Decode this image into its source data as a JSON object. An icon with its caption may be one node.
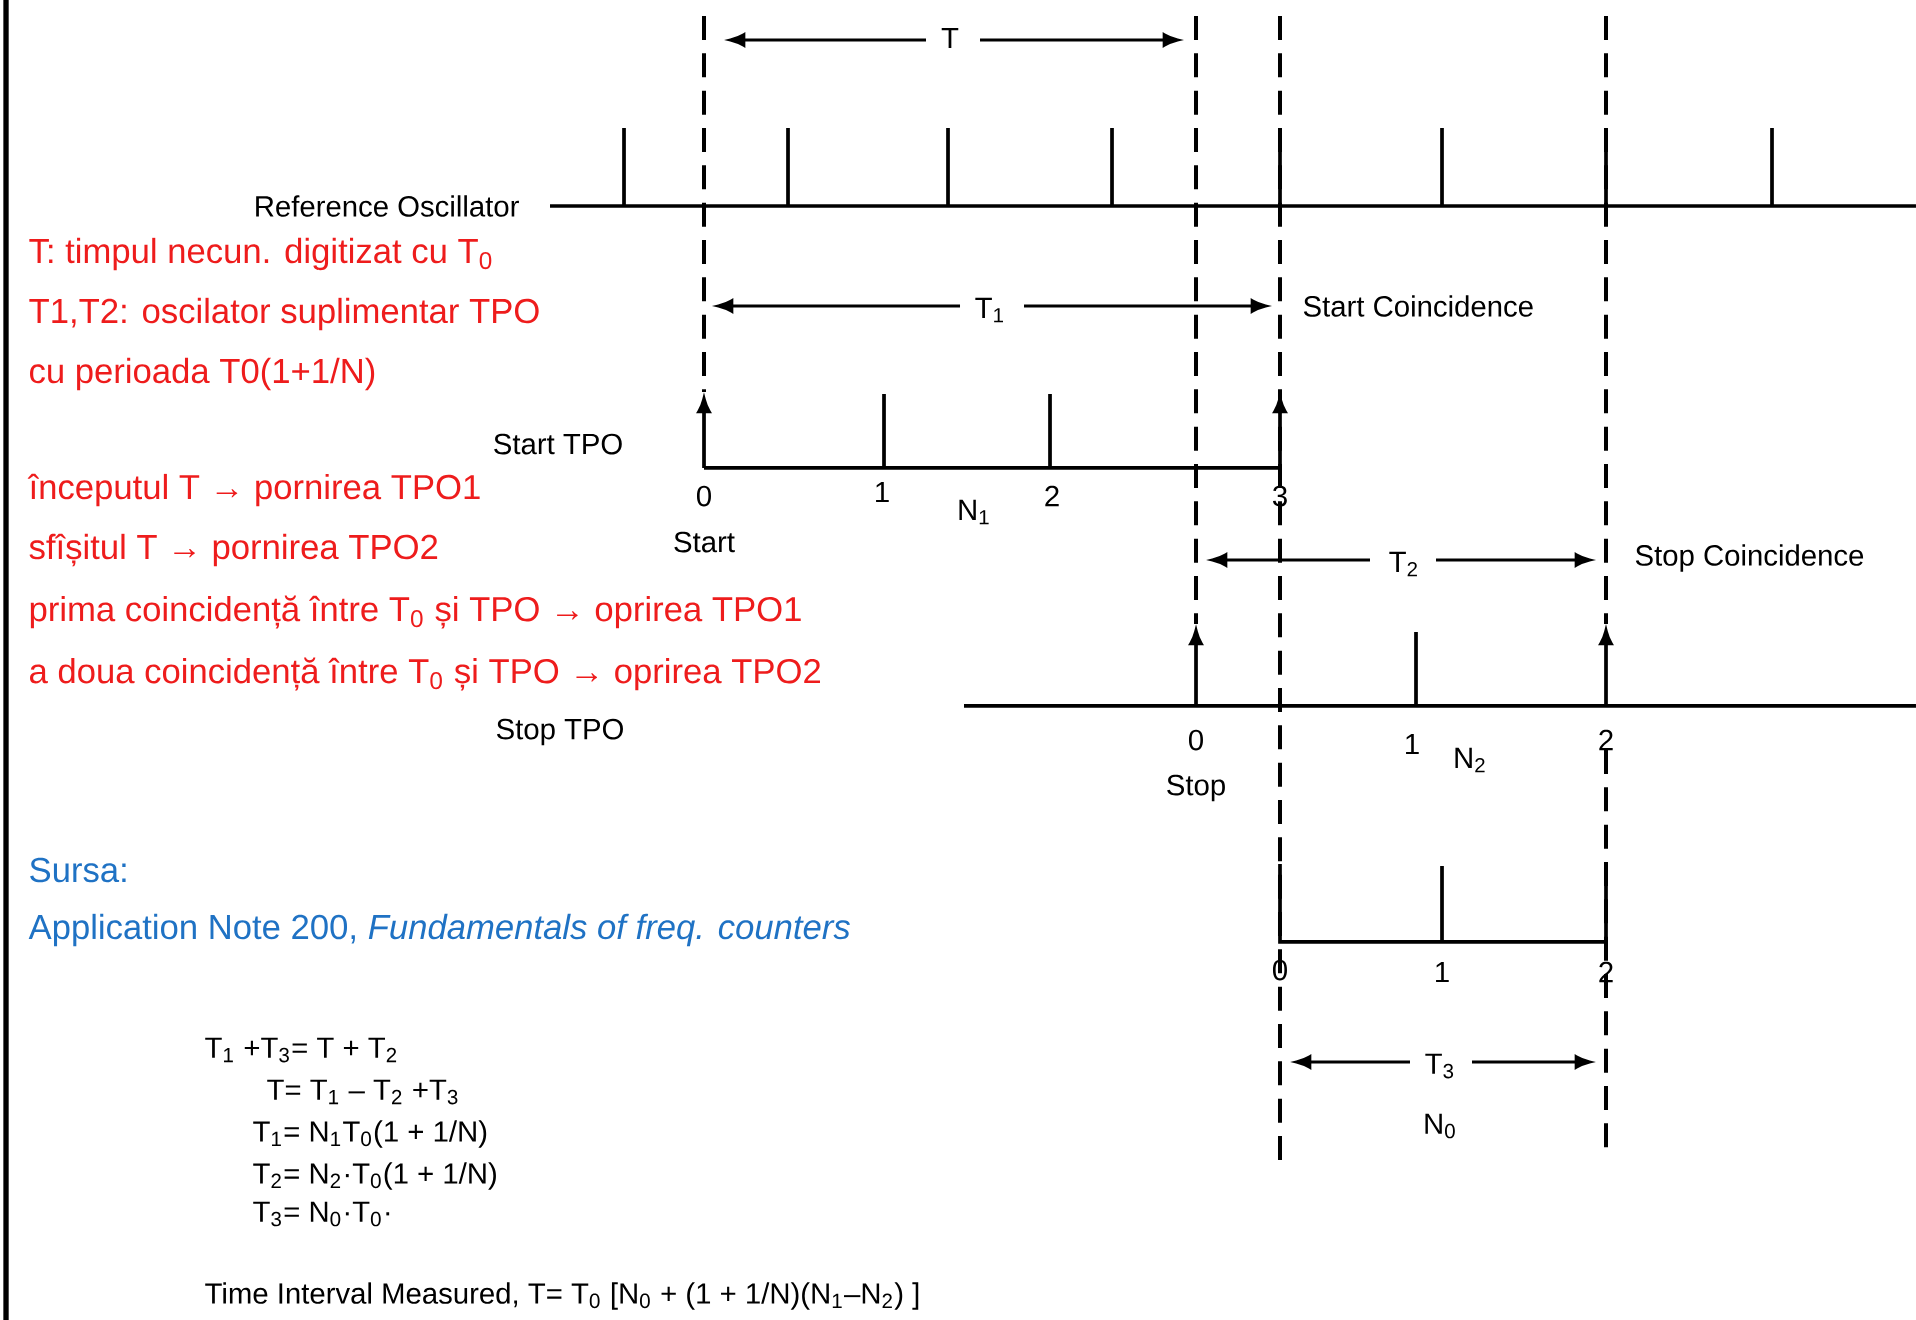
{
  "diagram": {
    "labels": [
      "T",
      "Reference Oscillator",
      "T: timpul necun. digitizat cu T$_{0}$",
      "T1,T2: oscilator suplimentar TPO",
      "T$_{1}$",
      "Start Coincidence",
      "cu perioada T0(1+1/N)",
      "Start TPO",
      "începutul T → pornirea TPO1",
      "0",
      "1",
      "N$_{1}$",
      "2",
      "3",
      "Start",
      "sfîșitul T → pornirea TPO2",
      "T$_{2}$",
      "Stop Coincidence",
      "prima coincidență între T$_{0}$ și TPO → oprirea TPO1",
      "a doua coincidență între T$_{0}$ și TPO → oprirea TPO2",
      "Stop TPO",
      "0",
      "1",
      "N$_{2}$",
      "2",
      "Stop",
      "Sursa:",
      "Application Note 200, *Fundamentals of freq. counters*",
      "0",
      "1",
      "2",
      "T$_{1}$ +T$_{3}$= T + T$_{2}$",
      "T= T$_{1}$ – T$_{2}$ +T$_{3}$",
      "T$_{1}$= N$_{1}$T$_{0}$(1 + 1/N)",
      "T$_{2}$= N$_{2}$·T$_{0}$(1 + 1/N)",
      "T$_{3}$= N$_{0}$·T$_{0}$·",
      "T$_{3}$",
      "N$_{0}$",
      "Time Interval Measured, T= T$_{0}$ [N$_{0}$ + (1 + 1/N)(N$_{1}$–N$_{2}$) ]"
    ]
  }
}
